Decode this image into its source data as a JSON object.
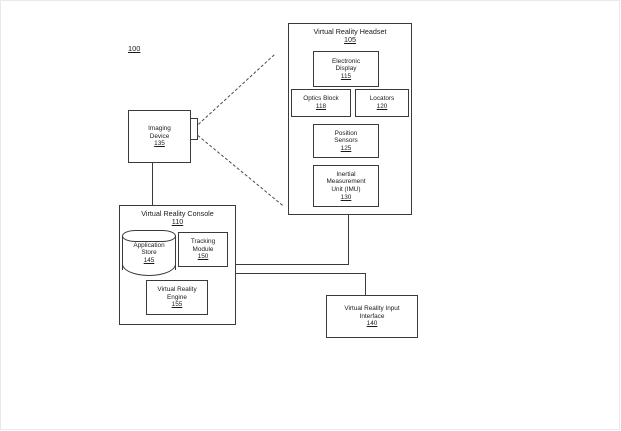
{
  "figure": {
    "reference_label": "100"
  },
  "headset": {
    "title": "Virtual Reality Headset",
    "ref": "105",
    "components": [
      {
        "name": "electronic-display",
        "label": "Electronic\nDisplay",
        "ref": "115"
      },
      {
        "name": "optics-block",
        "label": "Optics Block",
        "ref": "118"
      },
      {
        "name": "locators",
        "label": "Locators",
        "ref": "120"
      },
      {
        "name": "position-sensors",
        "label": "Position\nSensors",
        "ref": "125"
      },
      {
        "name": "inertial-measurement-unit",
        "label": "Inertial\nMeasurement\nUnit (IMU)",
        "ref": "130"
      }
    ]
  },
  "imaging_device": {
    "label": "Imaging\nDevice",
    "ref": "135"
  },
  "console": {
    "title": "Virtual Reality Console",
    "ref": "110",
    "components": [
      {
        "name": "application-store",
        "label": "Application\nStore",
        "ref": "145",
        "shape": "cylinder"
      },
      {
        "name": "tracking-module",
        "label": "Tracking\nModule",
        "ref": "150",
        "shape": "rect"
      },
      {
        "name": "virtual-reality-engine",
        "label": "Virtual Reality\nEngine",
        "ref": "155",
        "shape": "rect"
      }
    ]
  },
  "input_interface": {
    "label": "Virtual Reality Input\nInterface",
    "ref": "140"
  },
  "colors": {
    "stroke": "#3a3a3a",
    "text": "#1a1a1a",
    "background": "#ffffff"
  }
}
